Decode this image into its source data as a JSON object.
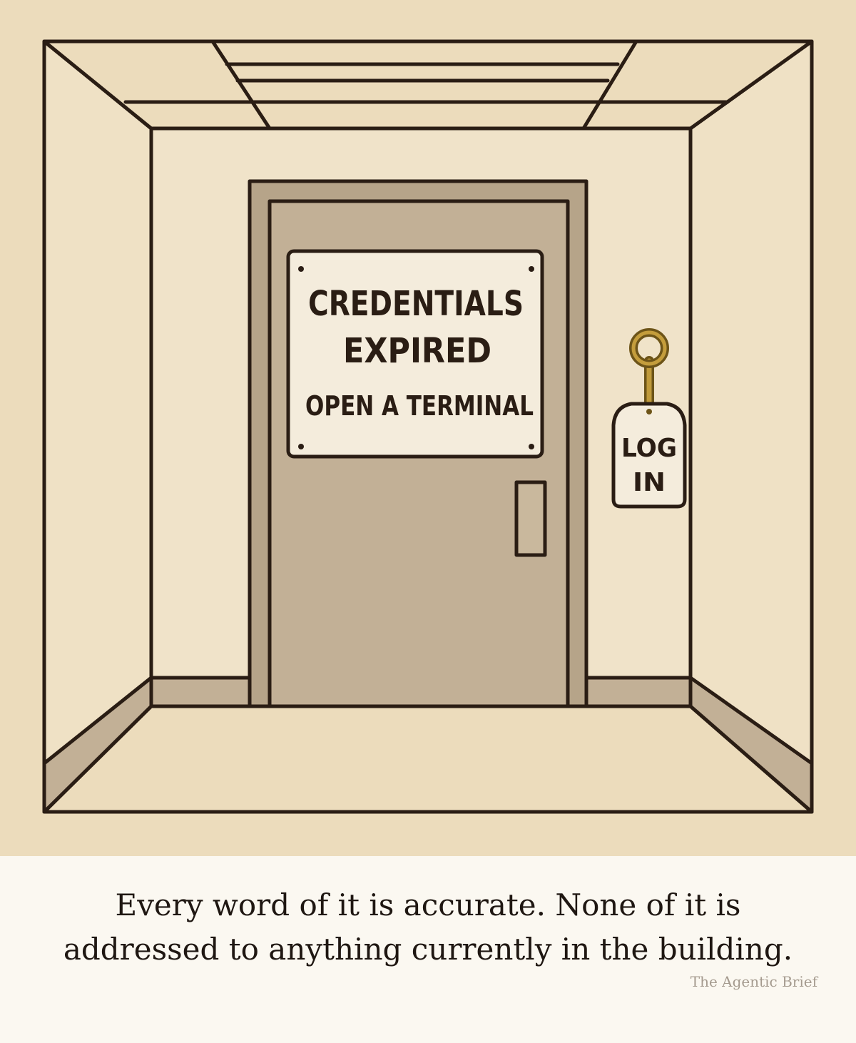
{
  "sign": {
    "line1": "CREDENTIALS",
    "line2": "EXPIRED",
    "line3": "OPEN A TERMINAL"
  },
  "tag": {
    "line1": "LOG",
    "line2": "IN"
  },
  "caption": {
    "line1": "Every word of it is accurate. None of it is",
    "line2": "addressed to anything currently in the building."
  },
  "credit": "The Agentic Brief",
  "colors": {
    "background": "#ecdcbc",
    "wall": "#f0e3c9",
    "door": "#c2b096",
    "frame": "#b6a489",
    "ink": "#2a1d14",
    "brass": "#b08a2e"
  }
}
